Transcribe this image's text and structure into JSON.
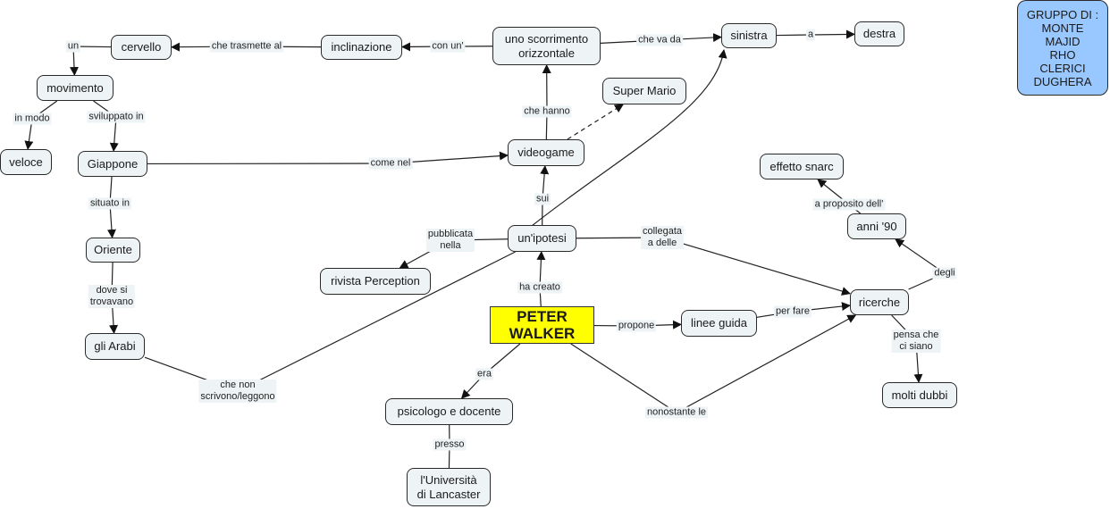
{
  "colors": {
    "node_fill": "#eef3f6",
    "main_fill": "#ffff00",
    "group_fill": "#99c7ff",
    "line": "#222222"
  },
  "nodes": [
    {
      "id": "cervello",
      "text": "cervello"
    },
    {
      "id": "inclinazione",
      "text": "inclinazione"
    },
    {
      "id": "scorrimento",
      "text": "uno scorrimento\norizzontale"
    },
    {
      "id": "sinistra",
      "text": "sinistra"
    },
    {
      "id": "destra",
      "text": "destra"
    },
    {
      "id": "movimento",
      "text": "movimento"
    },
    {
      "id": "veloce",
      "text": "veloce"
    },
    {
      "id": "giappone",
      "text": "Giappone"
    },
    {
      "id": "oriente",
      "text": "Oriente"
    },
    {
      "id": "arabi",
      "text": "gli Arabi"
    },
    {
      "id": "supermario",
      "text": "Super Mario"
    },
    {
      "id": "videogame",
      "text": "videogame"
    },
    {
      "id": "effetto",
      "text": "effetto snarc"
    },
    {
      "id": "anni90",
      "text": "anni '90"
    },
    {
      "id": "ipotesi",
      "text": "un'ipotesi"
    },
    {
      "id": "perception",
      "text": "rivista Perception"
    },
    {
      "id": "peter",
      "text": "PETER\nWALKER"
    },
    {
      "id": "linee",
      "text": "linee guida"
    },
    {
      "id": "ricerche",
      "text": "ricerche"
    },
    {
      "id": "dubbi",
      "text": "molti dubbi"
    },
    {
      "id": "psicologo",
      "text": "psicologo e docente"
    },
    {
      "id": "lancaster",
      "text": "l'Università\ndi Lancaster"
    },
    {
      "id": "gruppo",
      "text": "GRUPPO DI :\nMONTE\nMAJID\nRHO\nCLERICI\nDUGHERA"
    }
  ],
  "links": [
    {
      "label": "che trasmette al",
      "from": "inclinazione",
      "to": "cervello"
    },
    {
      "label": "con un'",
      "from": "scorrimento",
      "to": "inclinazione"
    },
    {
      "label": "che va da",
      "from": "scorrimento",
      "to": "sinistra"
    },
    {
      "label": "a",
      "from": "sinistra",
      "to": "destra"
    },
    {
      "label": "un",
      "from": "cervello",
      "to": "movimento"
    },
    {
      "label": "in modo",
      "from": "movimento",
      "to": "veloce"
    },
    {
      "label": "sviluppato in",
      "from": "movimento",
      "to": "giappone"
    },
    {
      "label": "come nel",
      "from": "giappone",
      "to": "videogame"
    },
    {
      "label": "situato in",
      "from": "giappone",
      "to": "oriente"
    },
    {
      "label": "dove si\ntrovavano",
      "from": "oriente",
      "to": "arabi"
    },
    {
      "label": "che hanno",
      "from": "videogame",
      "to": "scorrimento"
    },
    {
      "label": "",
      "from": "videogame",
      "to": "supermario",
      "dashed": true
    },
    {
      "label": "sui",
      "from": "ipotesi",
      "to": "videogame"
    },
    {
      "label": "",
      "from": "ipotesi",
      "to": "sinistra"
    },
    {
      "label": "pubblicata\nnella",
      "from": "ipotesi",
      "to": "perception"
    },
    {
      "label": "collegata\na delle",
      "from": "ipotesi",
      "to": "ricerche"
    },
    {
      "label": "ha creato",
      "from": "peter",
      "to": "ipotesi"
    },
    {
      "label": "propone",
      "from": "peter",
      "to": "linee"
    },
    {
      "label": "per fare",
      "from": "linee",
      "to": "ricerche"
    },
    {
      "label": "nonostante le",
      "from": "peter",
      "to": "ricerche"
    },
    {
      "label": "era",
      "from": "peter",
      "to": "psicologo"
    },
    {
      "label": "presso",
      "from": "psicologo",
      "to": "lancaster"
    },
    {
      "label": "che non\nscrivono/leggono",
      "from": "arabi",
      "to": "ipotesi"
    },
    {
      "label": "degli",
      "from": "ricerche",
      "to": "anni90"
    },
    {
      "label": "a proposito dell'",
      "from": "anni90",
      "to": "effetto"
    },
    {
      "label": "pensa che\nci siano",
      "from": "ricerche",
      "to": "dubbi"
    }
  ]
}
